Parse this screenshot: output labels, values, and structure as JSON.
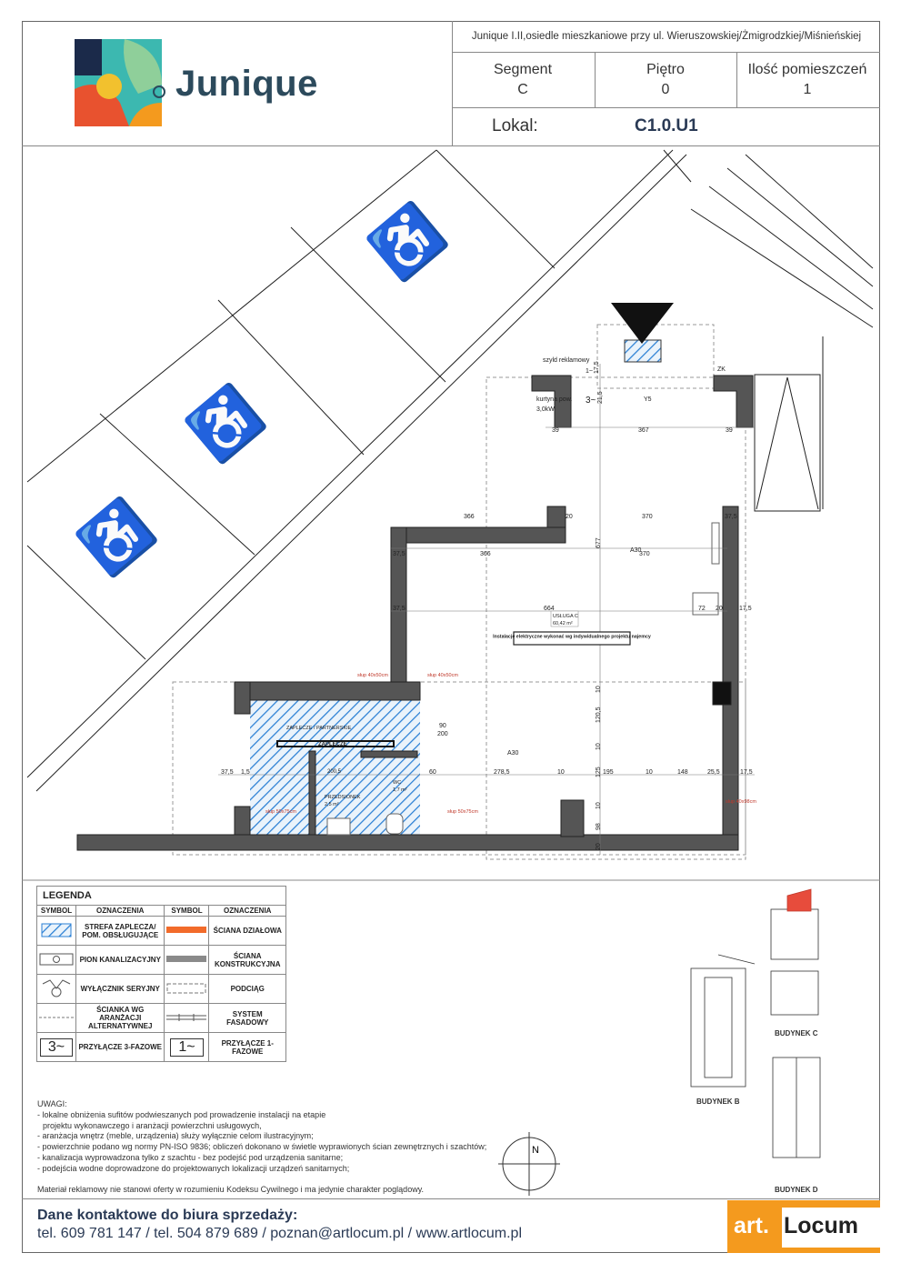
{
  "header": {
    "logo_text": "Junique",
    "project_title": "Junique I.II,osiedle mieszkaniowe przy ul. Wieruszowskiej/Żmigrodzkiej/Miśnieńskiej",
    "segment_label": "Segment",
    "segment_value": "C",
    "floor_label": "Piętro",
    "floor_value": "0",
    "rooms_label": "Ilość pomieszczeń",
    "rooms_value": "1",
    "unit_label": "Lokal:",
    "unit_value": "C1.0.U1"
  },
  "plan": {
    "sign_label": "szyld reklamowy",
    "curtain_label": "kurtyna pow.",
    "curtain_value": "3,0kW",
    "zk_label": "ZK",
    "y5_label": "Y5",
    "three_phase": "3~",
    "one_phase": "1~",
    "dims": {
      "d39a": "39",
      "d367": "367",
      "d39b": "39",
      "d366a": "366",
      "d20a": "20",
      "d370a": "370",
      "d375a": "37,5",
      "d375b": "37,5",
      "d366b": "366",
      "d677": "677",
      "a30a": "A30",
      "d370b": "370",
      "d375c": "37,5",
      "d664": "664",
      "d72": "72",
      "d20b": "20",
      "d175a": "17,5",
      "d10a": "10",
      "d1205": "120,5",
      "d10b": "10",
      "d90": "90",
      "d200": "200",
      "a30b": "A30",
      "d375d": "37,5",
      "d15": "1,5",
      "d60": "60",
      "d2785": "278,5",
      "d10c": "10",
      "d125": "125",
      "d195": "195",
      "d10d": "10",
      "d148": "148",
      "d255": "25,5",
      "d175b": "17,5",
      "d10e": "10",
      "d98": "98",
      "d20c": "20",
      "d175c": "17,5",
      "d215": "21,5"
    },
    "room_name": "USŁUGA C",
    "room_area": "60,42 m²",
    "electrical_note": "Instalacje elektryczne wykonać wg indywidualnego projektu najemcy",
    "back_room": "ZAPLECZE",
    "back_room_label": "ZAPLECZE / PARTNERSKIE",
    "corridor_label": "PRZEDSIONEK",
    "corridor_area": "2,5 m²",
    "wc_label": "WC",
    "wc_area": "1,7 m²",
    "d2005": "200,5",
    "column1": "słup 40x50cm",
    "column2": "słup 40x50cm",
    "column3": "słup 50x75cm",
    "column4": "słup 50x75cm",
    "column5": "słup 40x98cm"
  },
  "legend": {
    "title": "LEGENDA",
    "headers": [
      "SYMBOL",
      "OZNACZENIA",
      "SYMBOL",
      "OZNACZENIA"
    ],
    "rows": [
      {
        "left": "STREFA ZAPLECZA/ POM. OBSŁUGUJĄCE",
        "right": "ŚCIANA DZIAŁOWA"
      },
      {
        "left": "PION KANALIZACYJNY",
        "right": "ŚCIANA KONSTRUKCYJNA"
      },
      {
        "left": "WYŁĄCZNIK SERYJNY",
        "right": "PODCIĄG"
      },
      {
        "left": "ŚCIANKA WG ARANŻACJI ALTERNATYWNEJ",
        "right": "SYSTEM FASADOWY"
      },
      {
        "left": "PRZYŁĄCZE 3-FAZOWE",
        "right": "PRZYŁĄCZE 1-FAZOWE"
      }
    ],
    "sym3": "3~",
    "sym1": "1~",
    "colors": {
      "partition": "#f26b2a",
      "structural": "#8a8a8a",
      "hatch": "#2a7fd4"
    }
  },
  "notes": {
    "title": "UWAGI:",
    "items": [
      "- lokalne obniżenia sufitów podwieszanych pod prowadzenie instalacji na etapie",
      "  projektu wykonawczego i aranżacji powierzchni usługowych,",
      "- aranżacja wnętrz (meble, urządzenia) służy wyłącznie celom ilustracyjnym;",
      "- powierzchnie podano wg normy PN-ISO 9836; obliczeń dokonano w świetle wyprawionych ścian zewnętrznych i szachtów;",
      "- kanalizacja wyprowadzona tylko z szachtu - bez podejść pod urządzenia sanitarne;",
      "- podejścia wodne doprowadzone do projektowanych lokalizacji urządzeń sanitarnych;"
    ],
    "disclaimer": "Materiał reklamowy nie stanowi oferty w rozumieniu Kodeksu Cywilnego i ma jedynie charakter poglądowy."
  },
  "compass": {
    "north": "N"
  },
  "buildings": {
    "b": "BUDYNEK B",
    "c": "BUDYNEK C",
    "d": "BUDYNEK D"
  },
  "footer": {
    "contact_title": "Dane kontaktowe do biura sprzedaży:",
    "contact_line": "tel. 609 781 147 / tel. 504 879 689 / poznan@artlocum.pl / www.artlocum.pl",
    "brand_left": "art.",
    "brand_right": "Locum",
    "brand_color": "#f49a1e"
  }
}
